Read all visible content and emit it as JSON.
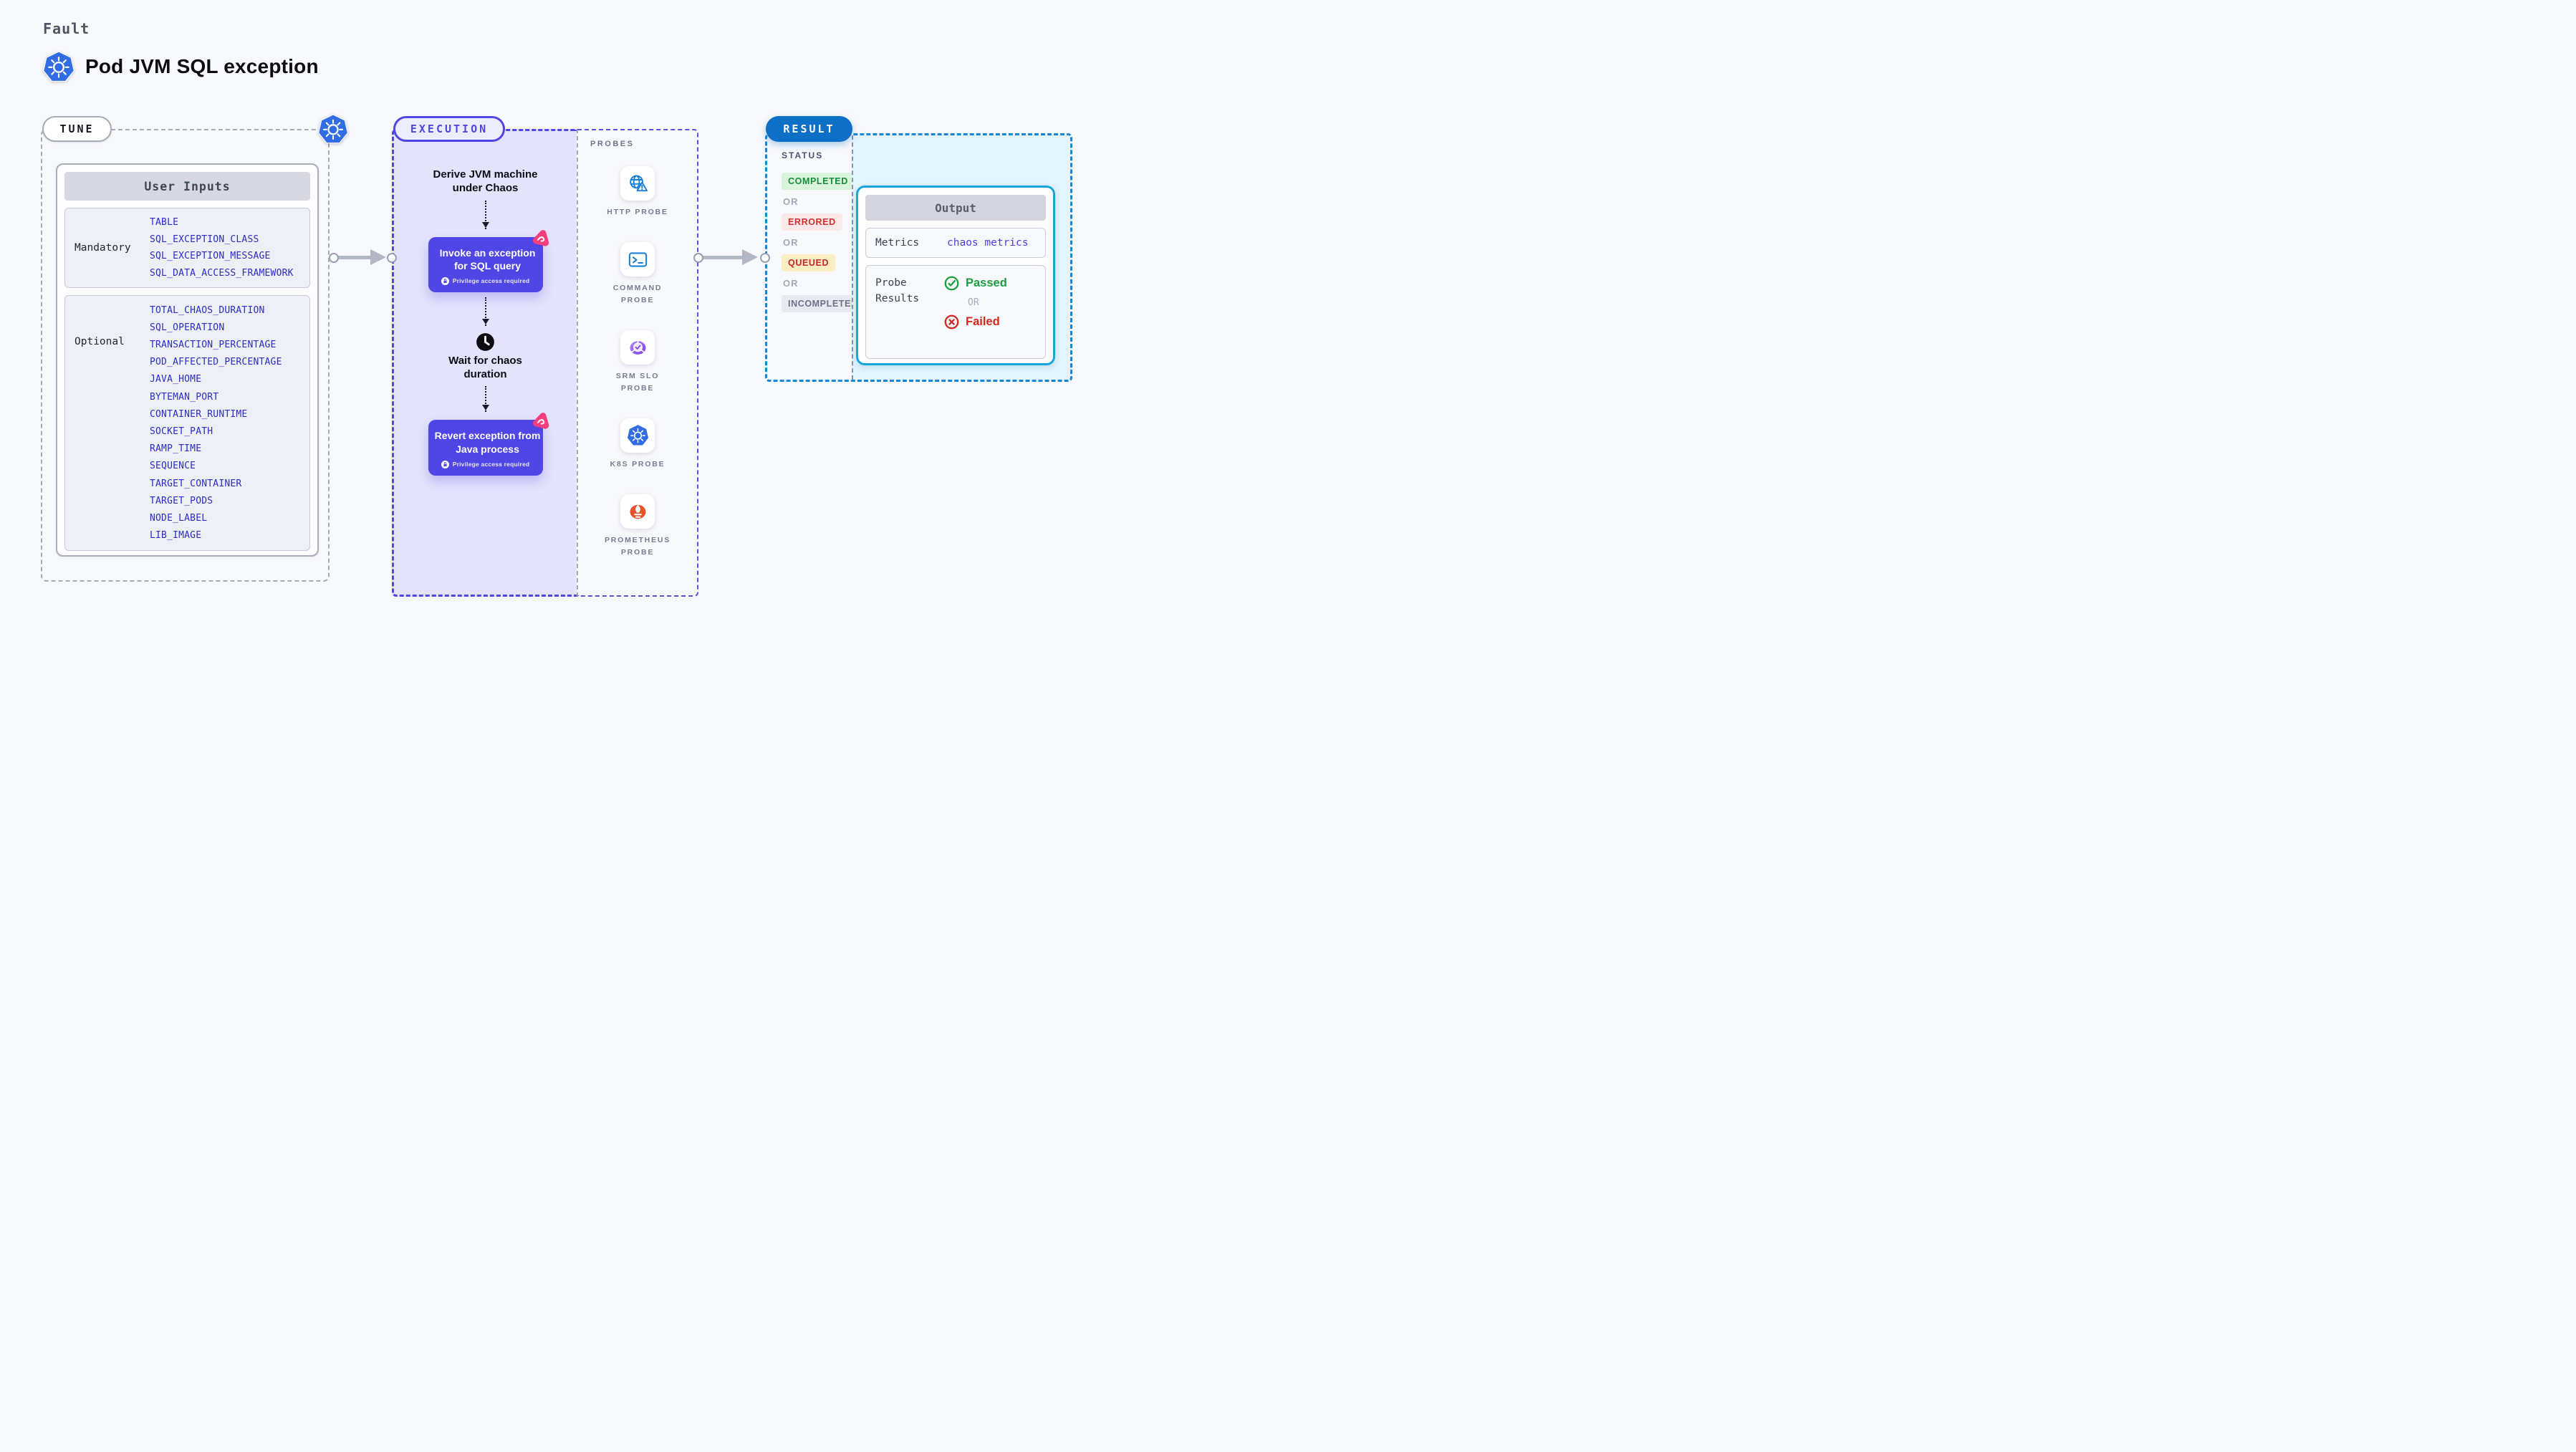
{
  "page": {
    "kicker": "Fault",
    "title": "Pod JVM SQL exception"
  },
  "tune": {
    "label": "TUNE",
    "card_header": "User Inputs",
    "groups": [
      {
        "label": "Mandatory",
        "items": [
          "TABLE",
          "SQL_EXCEPTION_CLASS",
          "SQL_EXCEPTION_MESSAGE",
          "SQL_DATA_ACCESS_FRAMEWORK"
        ]
      },
      {
        "label": "Optional",
        "items": [
          "TOTAL_CHAOS_DURATION",
          "SQL_OPERATION",
          "TRANSACTION_PERCENTAGE",
          "POD_AFFECTED_PERCENTAGE",
          "JAVA_HOME",
          "BYTEMAN_PORT",
          "CONTAINER_RUNTIME",
          "SOCKET_PATH",
          "RAMP_TIME",
          "SEQUENCE",
          "TARGET_CONTAINER",
          "TARGET_PODS",
          "NODE_LABEL",
          "LIB_IMAGE"
        ]
      }
    ]
  },
  "execution": {
    "label": "EXECUTION",
    "steps": {
      "derive": "Derive JVM machine under Chaos",
      "invoke": {
        "title": "Invoke an exception for SQL query",
        "badge": "Privilege access required"
      },
      "wait": "Wait for chaos duration",
      "revert": {
        "title": "Revert exception from Java process",
        "badge": "Privilege access required"
      }
    },
    "probes": {
      "heading": "PROBES",
      "items": [
        {
          "label": "HTTP PROBE",
          "icon": "http-probe-icon"
        },
        {
          "label": "COMMAND PROBE",
          "icon": "command-probe-icon"
        },
        {
          "label": "SRM SLO PROBE",
          "icon": "srm-slo-probe-icon"
        },
        {
          "label": "K8S PROBE",
          "icon": "k8s-probe-icon"
        },
        {
          "label": "PROMETHEUS PROBE",
          "icon": "prometheus-probe-icon"
        }
      ]
    }
  },
  "result": {
    "label": "RESULT",
    "status_heading": "STATUS",
    "or_label": "OR",
    "statuses": [
      {
        "text": "COMPLETED",
        "color": "#1a8a3c",
        "bg": "#d9f4da"
      },
      {
        "text": "ERRORED",
        "color": "#d32f2f",
        "bg": "#fbe9e9"
      },
      {
        "text": "QUEUED",
        "color": "#c62828",
        "bg": "#faeec2"
      },
      {
        "text": "INCOMPLETED",
        "color": "#6b7384",
        "bg": "#e8eaf2"
      }
    ],
    "output": {
      "header": "Output",
      "metrics_label": "Metrics",
      "metrics_value": "chaos metrics",
      "probe_results_label": "Probe Results",
      "passed_label": "Passed",
      "or_label": "OR",
      "failed_label": "Failed"
    }
  },
  "colors": {
    "kubernetes_blue": "#326ce5",
    "execution_indigo": "#4f46e5",
    "result_blue": "#0d6fc6",
    "output_card_border": "#18a7dd",
    "link_purple": "#4c3fe6",
    "passed_green": "#1b9e3e",
    "failed_red": "#d2281e",
    "litmus_pink": "#f43f7f",
    "prometheus_orange": "#e6522c"
  }
}
